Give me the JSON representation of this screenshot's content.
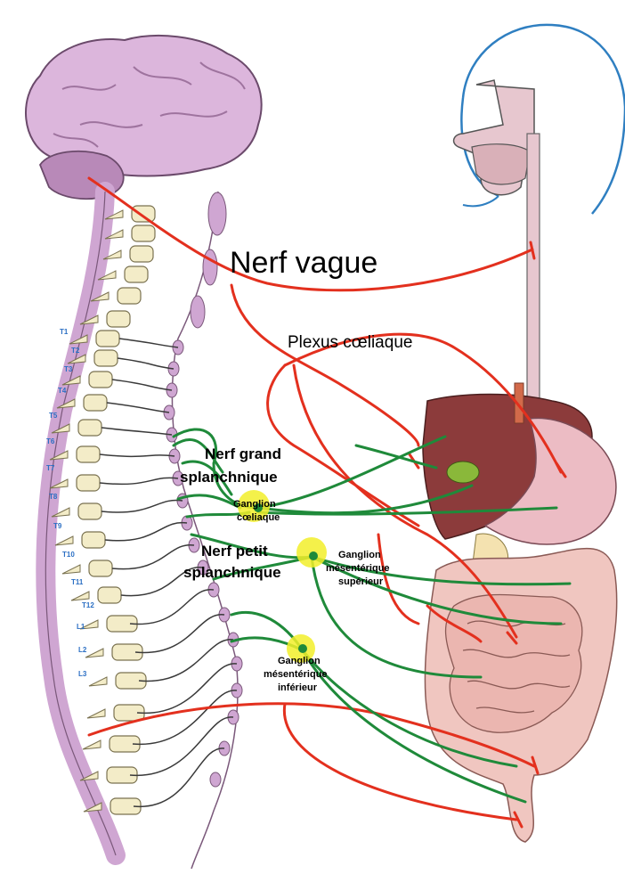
{
  "labels": {
    "vagus": "Nerf vague",
    "celiac_plexus": "Plexus cœliaque",
    "greater_splanchnic_1": "Nerf grand",
    "greater_splanchnic_2": "splanchnique",
    "lesser_splanchnic_1": "Nerf petit",
    "lesser_splanchnic_2": "splanchnique",
    "celiac_ganglion_1": "Ganglion",
    "celiac_ganglion_2": "cœliaque",
    "sup_mes_ganglion_1": "Ganglion",
    "sup_mes_ganglion_2": "mésentérique",
    "sup_mes_ganglion_3": "supérieur",
    "inf_mes_ganglion_1": "Ganglion",
    "inf_mes_ganglion_2": "mésentérique",
    "inf_mes_ganglion_3": "inférieur"
  },
  "vertebrae": [
    "T1",
    "T2",
    "T3",
    "T4",
    "T5",
    "T6",
    "T7",
    "T8",
    "T9",
    "T10",
    "T11",
    "T12",
    "L1",
    "L2",
    "L3"
  ],
  "colors": {
    "parasympathetic": "#e3301e",
    "sympathetic": "#1f8a3a",
    "ganglion_highlight": "#f2ee2a",
    "brain": "#dcb6dc",
    "spinal_cord": "#cfa6d2",
    "head_outline": "#2f7fc1",
    "liver": "#8c3b3b",
    "intestine": "#f0c6c0"
  },
  "icons": [
    "brain-icon",
    "spine-icon",
    "head-icon",
    "liver-icon",
    "stomach-icon",
    "intestine-icon",
    "colon-icon"
  ]
}
